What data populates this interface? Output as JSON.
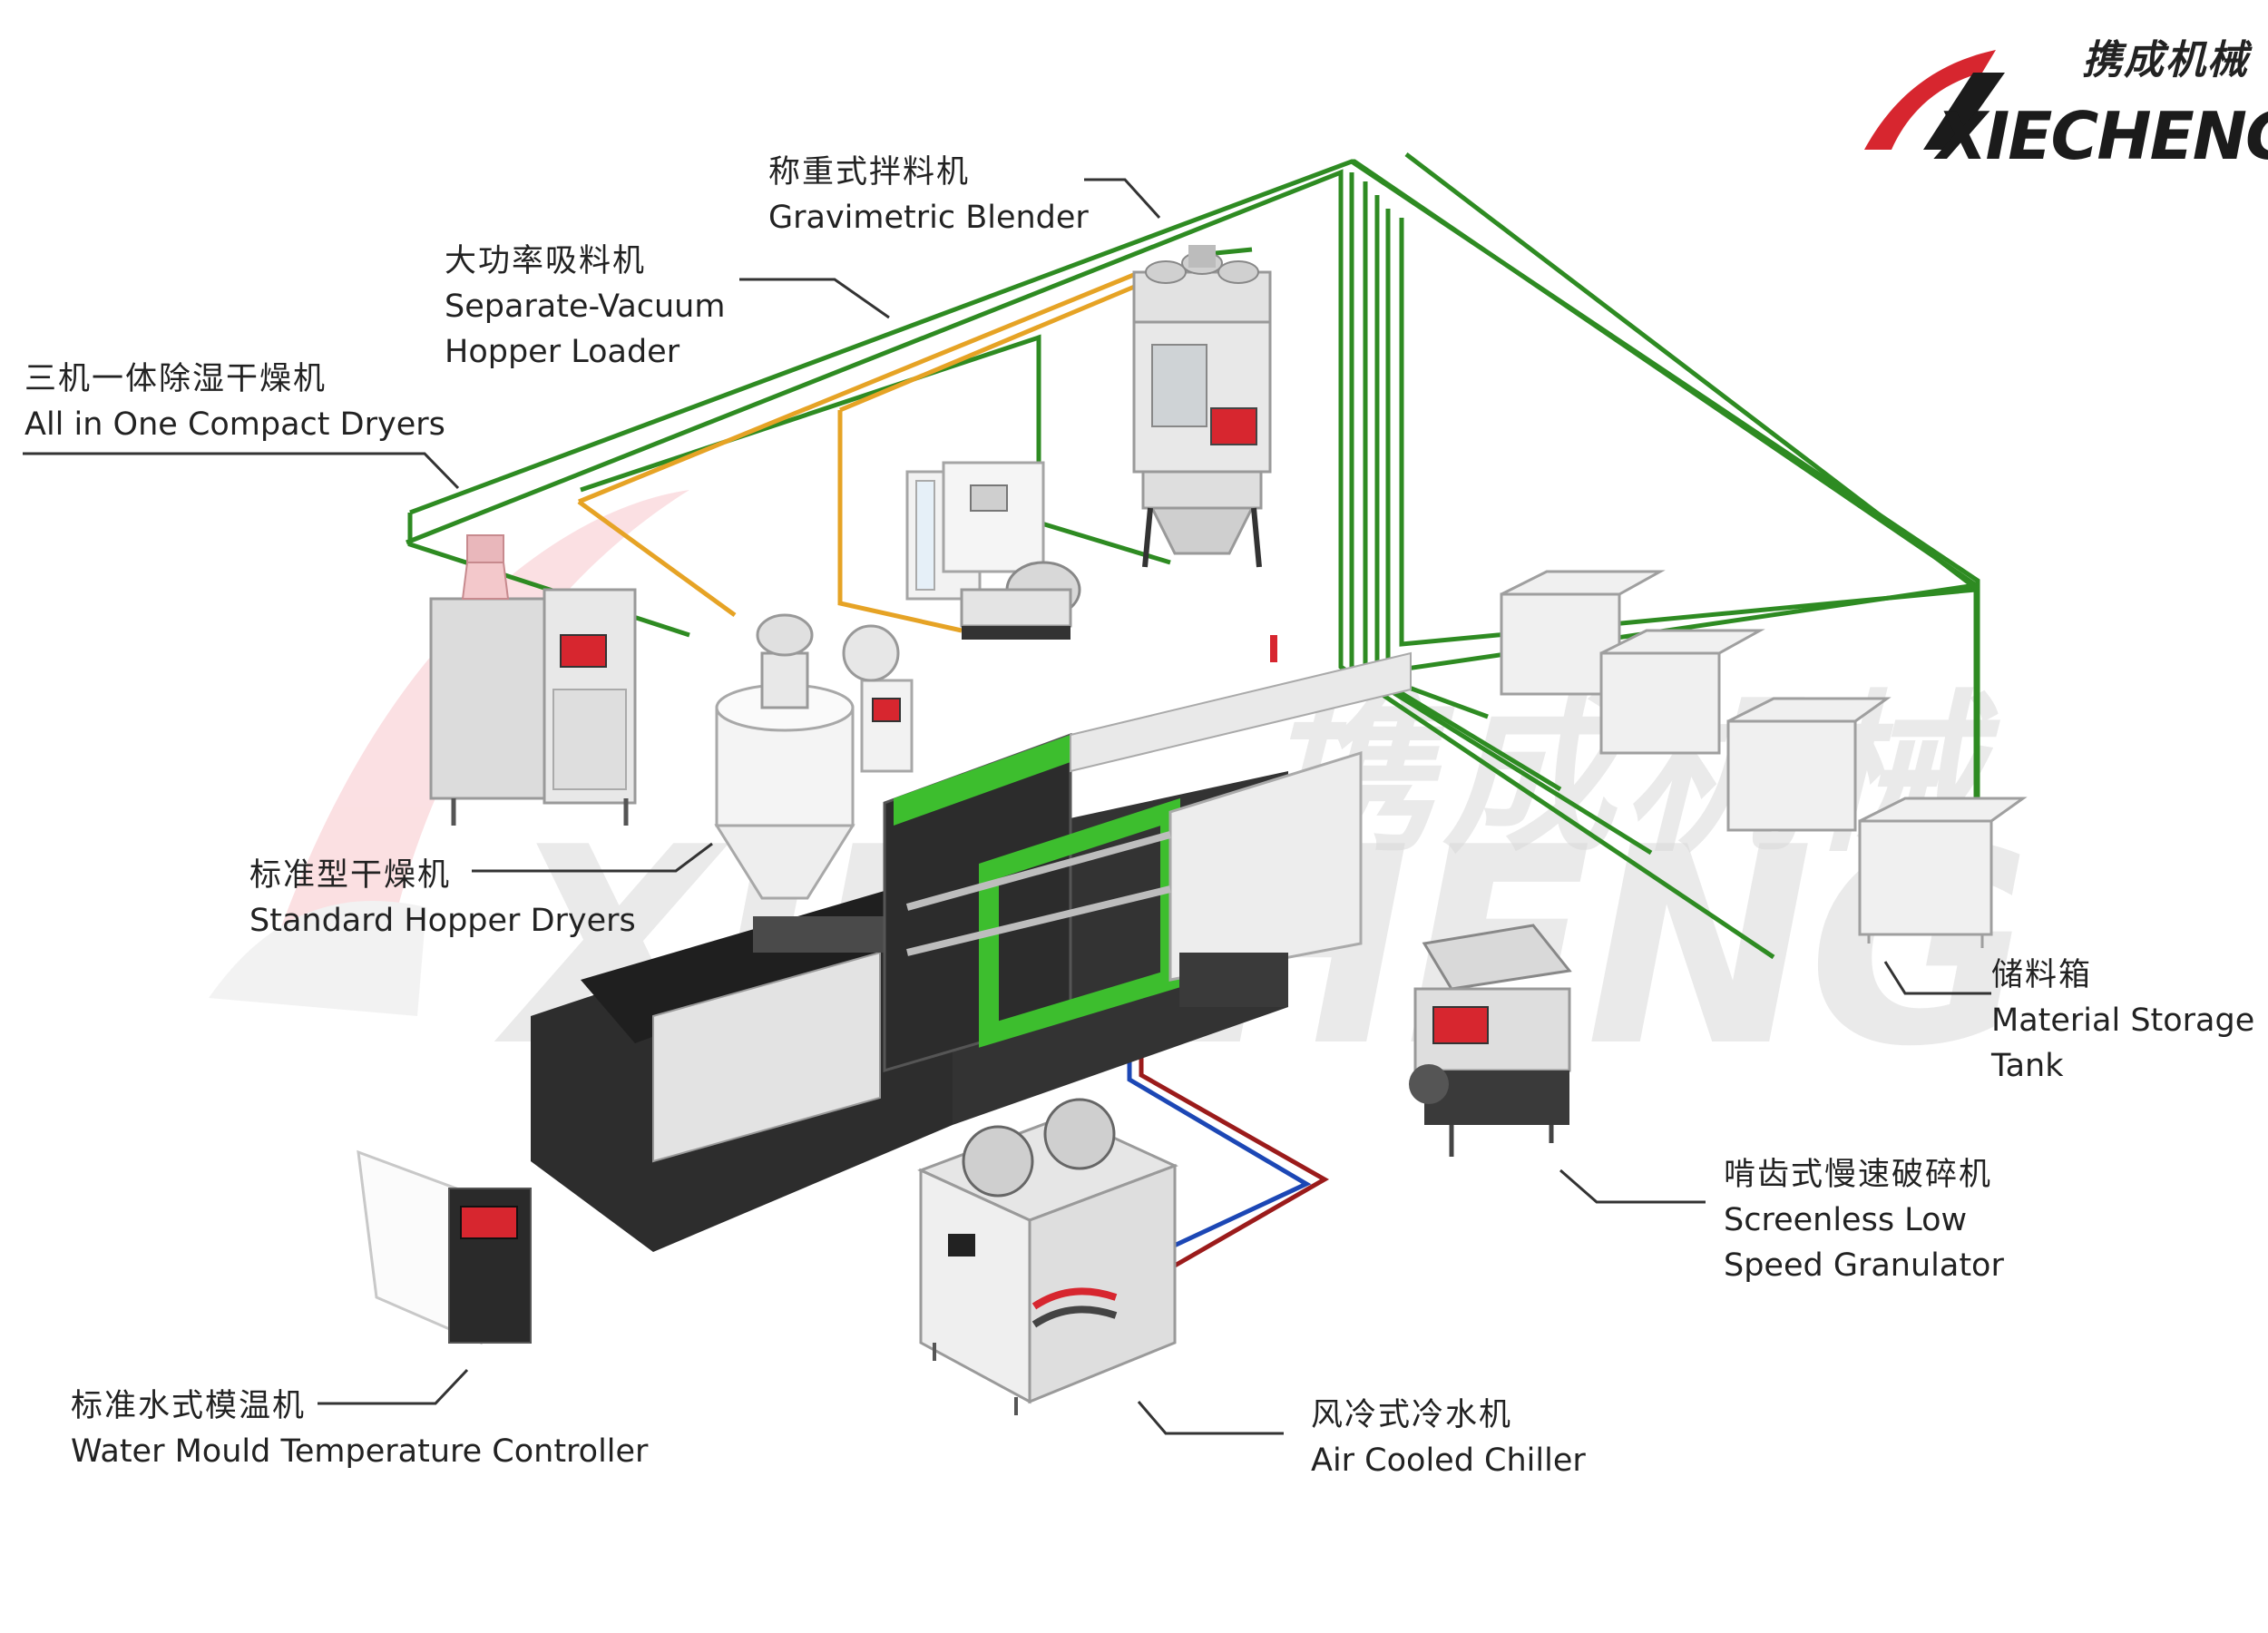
{
  "brand": {
    "name_cn": "携成机械",
    "name_en": "XIECHENG"
  },
  "watermark": {
    "cn": "携成机械",
    "en": "XIECHENG"
  },
  "colors": {
    "vacuum_line": "#E6A325",
    "blender_line": "#2E8B22",
    "hot_water": "#9B1B1B",
    "cold_water": "#1C47B5",
    "machine_green": "#3DBE2E",
    "brand_red": "#D7262F"
  },
  "labels": {
    "blender": {
      "zh": "称重式拌料机",
      "en": "Gravimetric Blender"
    },
    "loader": {
      "zh": "大功率吸料机",
      "en1": "Separate-Vacuum",
      "en2": "Hopper Loader"
    },
    "dryer_compact": {
      "zh": "三机一体除湿干燥机",
      "en": "All in One Compact Dryers"
    },
    "dryer_hopper": {
      "zh": "标准型干燥机",
      "en": "Standard Hopper Dryers"
    },
    "storage": {
      "zh": "储料箱",
      "en1": "Material Storage",
      "en2": "Tank"
    },
    "granulator": {
      "zh": "啃齿式慢速破碎机",
      "en1": "Screenless Low",
      "en2": "Speed Granulator"
    },
    "mould_temp": {
      "zh": "标准水式模温机",
      "en": "Water Mould Temperature Controller"
    },
    "chiller": {
      "zh": "风冷式冷水机",
      "en": "Air Cooled Chiller"
    }
  }
}
